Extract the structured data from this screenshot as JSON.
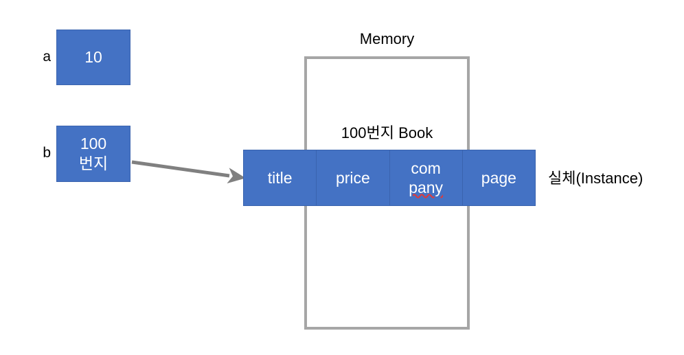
{
  "diagram": {
    "title": "Memory",
    "variables": [
      {
        "name": "a",
        "label": "a",
        "value_lines": [
          "10"
        ]
      },
      {
        "name": "b",
        "label": "b",
        "value_lines": [
          "100",
          "번지"
        ]
      }
    ],
    "pointer_arrow": {
      "name": "reference-arrow",
      "color": "#808080"
    },
    "memory": {
      "title": "Memory",
      "border_color": "#A6A6A6",
      "object": {
        "heading": "100번지  Book",
        "fill_color": "#4472C4",
        "fields": [
          {
            "label": "title",
            "wrapped": false
          },
          {
            "label": "price",
            "wrapped": false
          },
          {
            "label": "company",
            "wrapped": true,
            "line1": "com",
            "line2": "pany",
            "spellcheck_underline": true
          },
          {
            "label": "page",
            "wrapped": false
          }
        ]
      }
    },
    "caption": "실체(Instance)"
  }
}
